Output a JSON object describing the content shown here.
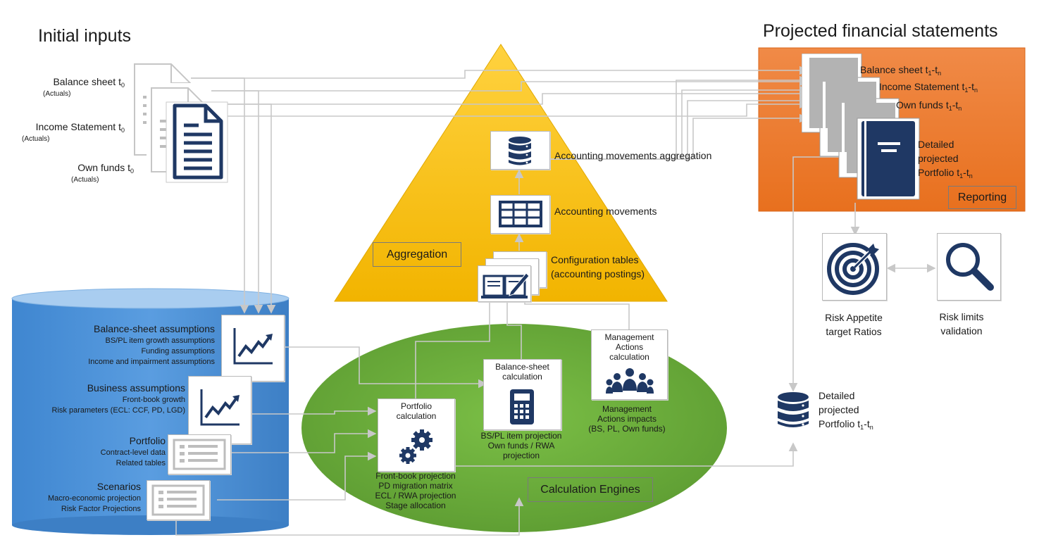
{
  "headings": {
    "initial_inputs": "Initial inputs",
    "projected_statements": "Projected financial statements"
  },
  "inputs": {
    "balance_sheet": {
      "label": "Balance sheet  t",
      "sub": "0",
      "note": "(Actuals)"
    },
    "income_statement": {
      "label": "Income Statement  t",
      "sub": "0",
      "note": "(Actuals)"
    },
    "own_funds": {
      "label": "Own funds t",
      "sub": "0",
      "note": "(Actuals)"
    }
  },
  "aggregation": {
    "tag": "Aggregation",
    "movements_aggregation": "Accounting movements aggregation",
    "movements": "Accounting movements",
    "config_line1": "Configuration tables",
    "config_line2": "(accounting postings)"
  },
  "reporting": {
    "tag": "Reporting",
    "balance_sheet": {
      "label": "Balance sheet  t",
      "s1": "1",
      "mid": "-t",
      "s2": "n"
    },
    "income_statement": {
      "label": "Income Statement t",
      "s1": "1",
      "mid": "-t",
      "s2": "n"
    },
    "own_funds": {
      "label": "Own funds t",
      "s1": "1",
      "mid": "-t",
      "s2": "n"
    },
    "detailed_line1": "Detailed",
    "detailed_line2": "projected",
    "detailed_line3": "Portfolio t",
    "detailed_s1": "1",
    "detailed_mid": "-t",
    "detailed_s2": "n"
  },
  "risk": {
    "appetite_line1": "Risk Appetite",
    "appetite_line2": "target Ratios",
    "limits_line1": "Risk limits",
    "limits_line2": "validation"
  },
  "portfolio_db": {
    "line1": "Detailed",
    "line2": "projected",
    "line3": "Portfolio t",
    "s1": "1",
    "mid": "-t",
    "s2": "n"
  },
  "assumptions": {
    "balance_sheet": {
      "title": "Balance-sheet assumptions",
      "items": [
        "BS/PL item growth assumptions",
        "Funding assumptions",
        "Income and impairment assumptions"
      ]
    },
    "business": {
      "title": "Business assumptions",
      "items": [
        "Front-book growth",
        "Risk parameters (ECL: CCF, PD, LGD)"
      ]
    },
    "portfolio": {
      "title": "Portfolio",
      "items": [
        "Contract-level data",
        "Related tables"
      ]
    },
    "scenarios": {
      "title": "Scenarios",
      "items": [
        "Macro-economic projection",
        "Risk Factor Projections"
      ]
    }
  },
  "engines": {
    "tag": "Calculation Engines",
    "portfolio_calc": {
      "title": [
        "Portfolio",
        "calculation"
      ],
      "outputs": [
        "Front-book projection",
        "PD migration matrix",
        "ECL / RWA projection",
        "Stage allocation"
      ]
    },
    "bs_calc": {
      "title": [
        "Balance-sheet",
        "calculation"
      ],
      "outputs": [
        "BS/PL item projection",
        "Own funds / RWA",
        "projection"
      ]
    },
    "mgmt": {
      "title": [
        "Management",
        "Actions",
        "calculation"
      ],
      "outputs": [
        "Management",
        "Actions impacts",
        "(BS, PL, Own funds)"
      ]
    }
  },
  "colors": {
    "navy": "#1f3864",
    "pyramid_yellow": "#ffc000",
    "reporting_orange": "#ef7b2a",
    "cylinder_blue": "#4a8fd4",
    "ellipse_green": "#6aab3a",
    "arrow_gray": "#c8c8c8"
  }
}
